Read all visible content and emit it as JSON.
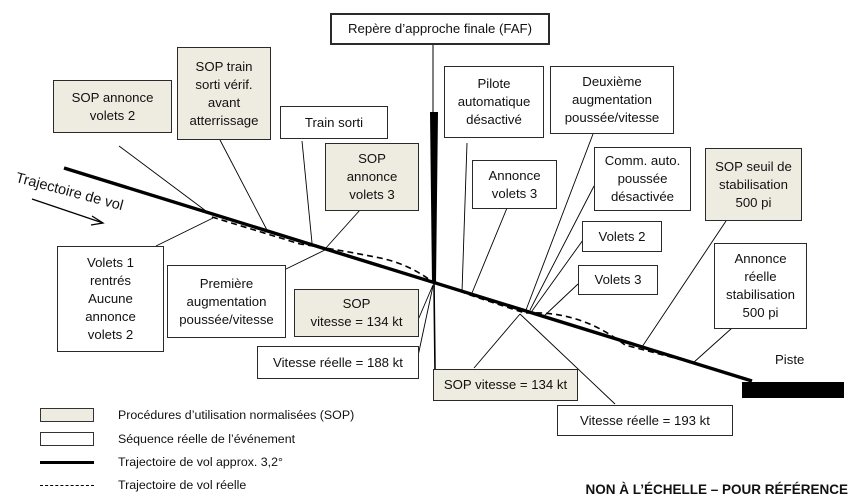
{
  "diagram": {
    "flight_path_label": "Trajectoire de vol",
    "runway_label": "Piste",
    "faf_label": "Repère d’approche finale (FAF)",
    "scale_note": "NON À L’ÉCHELLE – POUR RÉFÉRENCE",
    "colors": {
      "sop_fill": "#eeece1",
      "real_fill": "#ffffff",
      "line": "#000000"
    },
    "sop_boxes": {
      "annonce_volets_2": "SOP annonce\nvolets 2",
      "train_sorti_verif": "SOP train\nsorti vérif.\navant\natterrissage",
      "annonce_volets_3": "SOP\nannonce\nvolets 3",
      "vitesse_134_a": "SOP\nvitesse = 134 kt",
      "vitesse_134_b": "SOP vitesse = 134 kt",
      "seuil_stabilisation": "SOP seuil de\nstabilisation\n500 pi"
    },
    "real_boxes": {
      "train_sorti": "Train sorti",
      "volets1_rentres": "Volets 1\nrentrés\nAucune\nannonce\nvolets 2",
      "premiere_augmentation": "Première\naugmentation\npoussée/vitesse",
      "vitesse_188": "Vitesse réelle = 188 kt",
      "pilote_auto": "Pilote\nautomatique\ndésactivé",
      "deuxieme_augmentation": "Deuxième\naugmentation\npoussée/vitesse",
      "annonce_volets_3": "Annonce\nvolets 3",
      "comm_auto": "Comm. auto.\npoussée\ndésactivée",
      "volets_2": "Volets 2",
      "volets_3": "Volets 3",
      "annonce_stabilisation": "Annonce\nréelle\nstabilisation\n500 pi",
      "vitesse_193": "Vitesse réelle = 193 kt"
    }
  },
  "legend": [
    {
      "type": "sop",
      "label": "Procédures d’utilisation normalisées (SOP)"
    },
    {
      "type": "real",
      "label": "Séquence réelle de l’événement"
    },
    {
      "type": "solid",
      "label": "Trajectoire de vol approx. 3,2°"
    },
    {
      "type": "dash",
      "label": "Trajectoire de vol réelle"
    }
  ]
}
